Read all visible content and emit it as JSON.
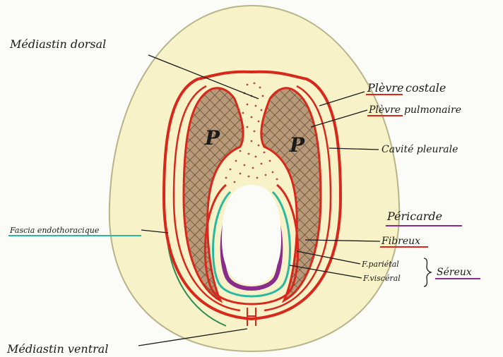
{
  "labels": {
    "mediastin_dorsal": "Médiastin dorsal",
    "plevre_costale_a": "Plèvre",
    "plevre_costale_b": "costale",
    "plevre_pulmonaire_a": "Plèvre",
    "plevre_pulmonaire_b": "pulmonaire",
    "cavite_pleurale": "Cavité pleurale",
    "pericarde": "Péricarde",
    "fibreux": "Fibreux",
    "fascia": "Fascia endothoracique",
    "f_parietal": "F.pariétal",
    "f_visceral": "F.viscéral",
    "sereux": "Séreux",
    "mediastin_ventral": "Médiastin ventral",
    "poumon_gauche": "P",
    "poumon_droit": "P"
  },
  "colors": {
    "outer_fill": "#f7f2c8",
    "outer_stroke": "#b8b48a",
    "red": "#d8281c",
    "lung": "#b89a78",
    "lung_hatch": "#5a4330",
    "dots": "#b0503c",
    "teal": "#2ab8a0",
    "purple": "#8a2c8c",
    "ink": "#1a1a1a"
  }
}
